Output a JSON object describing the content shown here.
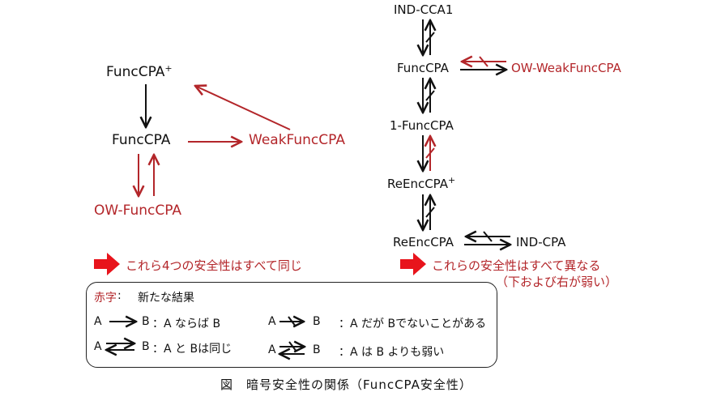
{
  "left_diagram": {
    "nodes": {
      "funccpa_plus": {
        "label": "FuncCPA",
        "sup": "+",
        "color": "black"
      },
      "funccpa": {
        "label": "FuncCPA",
        "color": "black"
      },
      "weakfunccpa": {
        "label": "WeakFuncCPA",
        "color": "red"
      },
      "ow_funccpa": {
        "label": "OW-FuncCPA",
        "color": "red"
      }
    },
    "edges": [
      {
        "from": "FuncCPA+",
        "to": "FuncCPA",
        "type": "implies",
        "color": "black"
      },
      {
        "from": "FuncCPA",
        "to": "WeakFuncCPA",
        "type": "implies",
        "color": "red"
      },
      {
        "from": "WeakFuncCPA",
        "to": "FuncCPA+",
        "type": "implies",
        "color": "red"
      },
      {
        "from": "FuncCPA",
        "to": "OW-FuncCPA",
        "type": "implies",
        "color": "red"
      },
      {
        "from": "OW-FuncCPA",
        "to": "FuncCPA",
        "type": "implies",
        "color": "red"
      }
    ],
    "note": "これら4つの安全性はすべて同じ"
  },
  "right_diagram": {
    "nodes": {
      "ind_cca1": {
        "label": "IND-CCA1",
        "color": "black"
      },
      "funccpa": {
        "label": "FuncCPA",
        "color": "black"
      },
      "ow_weakfunccpa": {
        "label": "OW-WeakFuncCPA",
        "color": "red"
      },
      "one_funccpa": {
        "label": "1-FuncCPA",
        "color": "black"
      },
      "reenccpa_plus": {
        "label": "ReEncCPA",
        "sup": "+",
        "color": "black"
      },
      "reenccpa": {
        "label": "ReEncCPA",
        "color": "black"
      },
      "ind_cpa": {
        "label": "IND-CPA",
        "color": "black"
      }
    },
    "edges": [
      {
        "from": "IND-CCA1",
        "to": "FuncCPA",
        "type": "weaker",
        "color": "black"
      },
      {
        "from": "FuncCPA",
        "to": "OW-WeakFuncCPA",
        "type": "weaker",
        "color": "black",
        "reverse_color": "red"
      },
      {
        "from": "FuncCPA",
        "to": "1-FuncCPA",
        "type": "weaker",
        "color": "black"
      },
      {
        "from": "1-FuncCPA",
        "to": "ReEncCPA+",
        "type": "weaker",
        "color": "black",
        "reverse_color": "red"
      },
      {
        "from": "ReEncCPA+",
        "to": "ReEncCPA",
        "type": "weaker",
        "color": "black"
      },
      {
        "from": "ReEncCPA",
        "to": "IND-CPA",
        "type": "weaker",
        "color": "black"
      }
    ],
    "note_line1": "これらの安全性はすべて異なる",
    "note_line2": "（下および右が弱い）"
  },
  "legend": {
    "red_label": "赤字",
    "colon": ":",
    "red_meaning": "新たな結果",
    "items": [
      {
        "a": "A",
        "b": "B",
        "symbol": "implies",
        "meaning": "：A ならば B"
      },
      {
        "a": "A",
        "b": "B",
        "symbol": "equivalent",
        "meaning": "：A と Bは同じ"
      },
      {
        "a": "A",
        "b": "B",
        "symbol": "not-implies",
        "meaning": "：A だが Bでないことがある"
      },
      {
        "a": "A",
        "b": "B",
        "symbol": "weaker",
        "meaning": "：A は B よりも弱い"
      }
    ]
  },
  "caption": "図　暗号安全性の関係（FuncCPA安全性）",
  "colors": {
    "red": "#b3262a",
    "black": "#111111",
    "arrow_fill": "#e8141c"
  }
}
